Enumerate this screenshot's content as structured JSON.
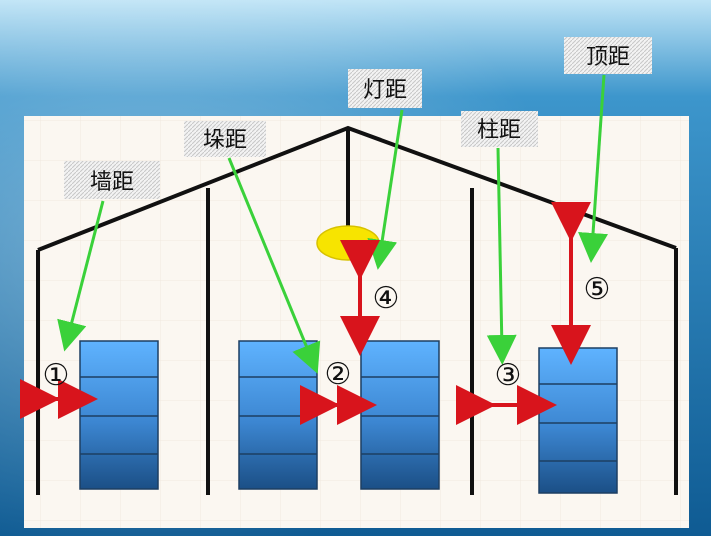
{
  "diagram": {
    "labels": {
      "wall_distance": "墙距",
      "stack_distance": "垛距",
      "lamp_distance": "灯距",
      "column_distance": "柱距",
      "top_distance": "顶距"
    },
    "markers": {
      "m1": "①",
      "m2": "②",
      "m3": "③",
      "m4": "④",
      "m5": "⑤"
    },
    "colors": {
      "callout_line": "#3ad13a",
      "arrow": "#d8141c",
      "roof": "#111111",
      "lamp": "#f7e400",
      "stack_light": "#5fb3ff",
      "stack_dark": "#1b4f86",
      "background": "#1f6fa8",
      "panel": "#fbf7f1"
    }
  }
}
